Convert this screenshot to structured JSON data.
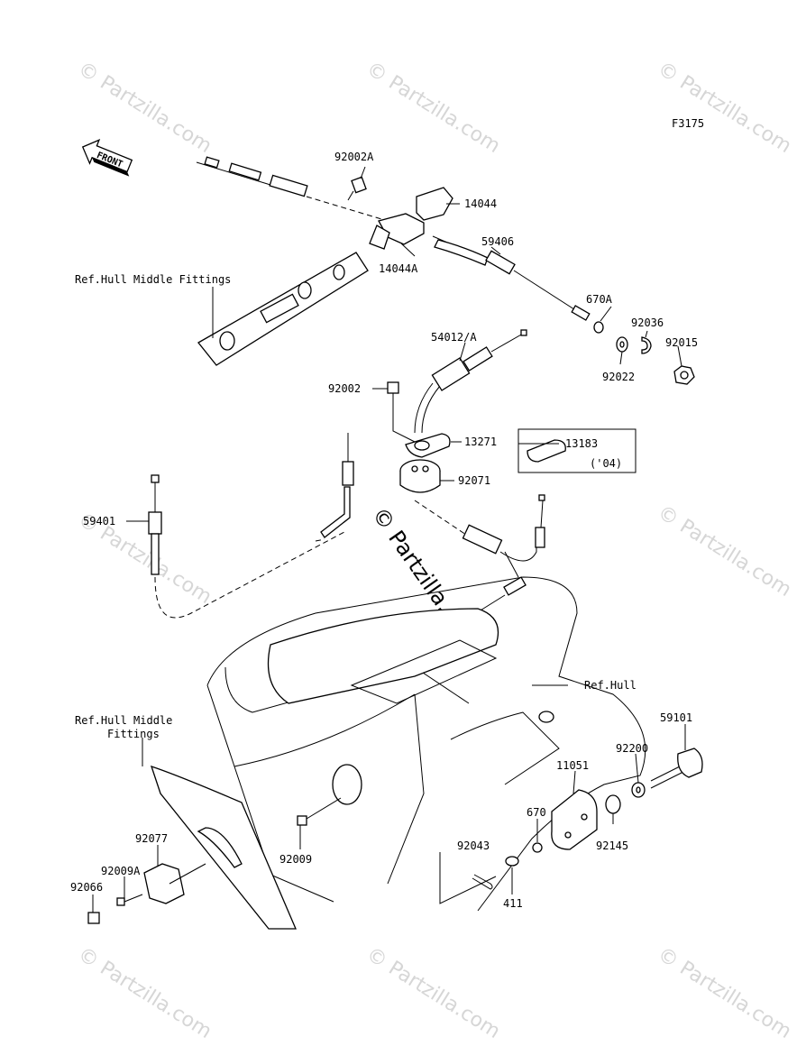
{
  "figure_code": "F3175",
  "front_badge": "FRONT",
  "watermark_text": "© Partzilla.com",
  "center_watermark": "© Partzilla.com",
  "callouts": {
    "p92002A": "92002A",
    "p14044": "14044",
    "p14044A": "14044A",
    "p59406": "59406",
    "ref_hull_middle_fittings_top": "Ref.Hull Middle Fittings",
    "p670A": "670A",
    "p92036": "92036",
    "p92015": "92015",
    "p92022": "92022",
    "p54012A": "54012/A",
    "p92002": "92002",
    "p13271": "13271",
    "p13183": "13183",
    "p13183_note": "('04)",
    "p92071": "92071",
    "p59401": "59401",
    "ref_hull": "Ref.Hull",
    "ref_hull_middle_line1": "Ref.Hull Middle",
    "ref_hull_middle_line2": "Fittings",
    "p59101": "59101",
    "p92200": "92200",
    "p11051": "11051",
    "p670": "670",
    "p92145": "92145",
    "p92043": "92043",
    "p411": "411",
    "p92077": "92077",
    "p92009A": "92009A",
    "p92066": "92066",
    "p92009": "92009"
  }
}
